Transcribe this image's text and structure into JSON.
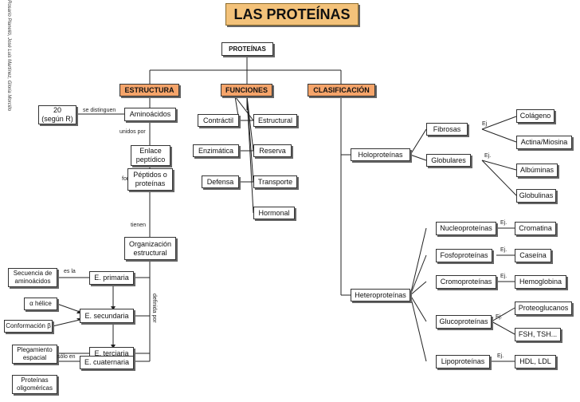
{
  "title": "LAS PROTEÍNAS",
  "credit": "Rosario Planelló, José Luis Martínez, Gloria Morcillo",
  "root": "PROTEÍNAS",
  "categories": {
    "estructura": "ESTRUCTURA",
    "funciones": "FUNCIONES",
    "clasificacion": "CLASIFICACIÓN"
  },
  "estructura": {
    "n20": "20\n(según R)",
    "se_distinguen": "se distinguen",
    "aminoacidos": "Aminoácidos",
    "unidos_por": "unidos por",
    "enlace": "Enlace\npeptídico",
    "formando": "formando",
    "peptidos": "Péptidos o\nproteínas",
    "tienen": "tienen",
    "organizacion": "Organización\nestructural",
    "definida_por": "definida por",
    "primaria": "E. primaria",
    "secuencia": "Secuencia de\naminoácidos",
    "es_la": "es la",
    "secundaria": "E. secundaria",
    "alfa": "α hélice",
    "beta": "Conformación β",
    "terciaria": "E. terciaria",
    "plegamiento": "Plegamiento\nespacial",
    "cuaternaria": "E. cuaternaria",
    "oligomericas": "Proteínas\noligoméricas",
    "solo_en": "sólo en"
  },
  "funciones": {
    "left": [
      "Contráctil",
      "Enzimática",
      "Defensa"
    ],
    "right": [
      "Estructural",
      "Reserva",
      "Transporte",
      "Hormonal"
    ]
  },
  "clasificacion": {
    "holoproteinas": "Holoproteínas",
    "heteroproteinas": "Heteroproteínas",
    "fibrosas": "Fibrosas",
    "globulares": "Globulares",
    "ej_fib": "Ej",
    "ej_glob": "Ej.",
    "fibrosas_ex": [
      "Colágeno",
      "Actina/Miosina"
    ],
    "globulares_ex": [
      "Albúminas",
      "Globulinas"
    ],
    "hetero": [
      {
        "name": "Nucleoproteínas",
        "ej": "Ej.",
        "ex": "Cromatina"
      },
      {
        "name": "Fosfoproteínas",
        "ej": "Ej.",
        "ex": "Caseína"
      },
      {
        "name": "Cromoproteínas",
        "ej": "Ej.",
        "ex": "Hemoglobina"
      },
      {
        "name": "Glucoproteínas",
        "ej": "Ej.",
        "ex": "Proteoglucanos",
        "ex2": "FSH, TSH..."
      },
      {
        "name": "Lipoproteínas",
        "ej": "Ej.",
        "ex": "HDL, LDL"
      }
    ]
  }
}
